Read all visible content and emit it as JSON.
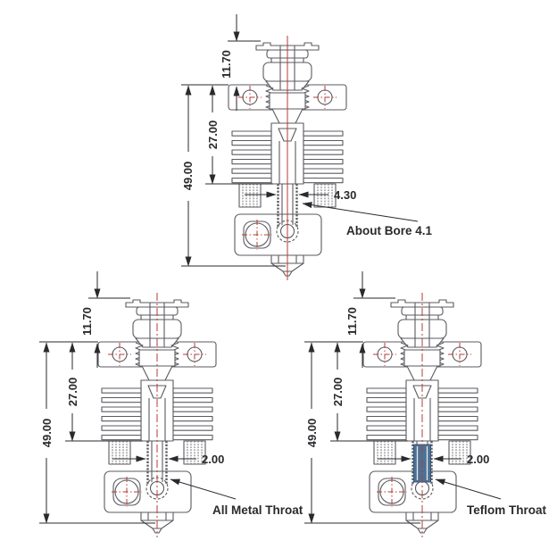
{
  "colors": {
    "background": "#ffffff",
    "drawing_line": "#5b5b60",
    "dimension_line": "#2a2a2e",
    "centerline_red": "#b43b36",
    "teflon_highlight": "#4d7094"
  },
  "figures": [
    {
      "dims": {
        "fitting_height": "11.70",
        "heatsink_height": "27.00",
        "total_height": "49.00",
        "bore": "4.30"
      },
      "label": "About Bore 4.1"
    },
    {
      "dims": {
        "fitting_height": "11.70",
        "heatsink_height": "27.00",
        "total_height": "49.00",
        "throat": "2.00"
      },
      "label": "All Metal Throat"
    },
    {
      "dims": {
        "fitting_height": "11.70",
        "heatsink_height": "27.00",
        "total_height": "49.00",
        "throat": "2.00"
      },
      "label": "Teflom Throat"
    }
  ]
}
